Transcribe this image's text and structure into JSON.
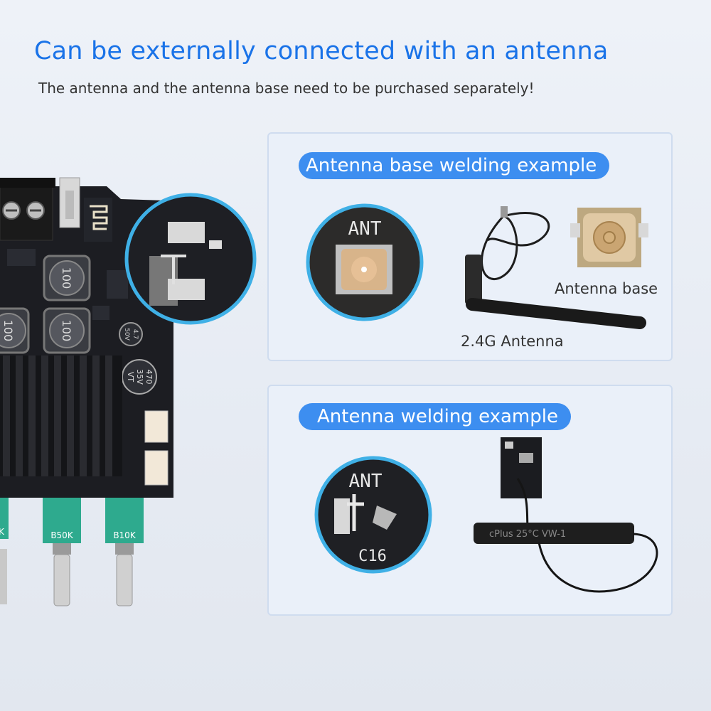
{
  "header": {
    "title": "Can be externally connected with an antenna",
    "subtitle": "The antenna and the antenna base need to be purchased separately!"
  },
  "board": {
    "inductor_label_1": "100",
    "inductor_label_2": "100",
    "inductor_label_3": "100",
    "capacitor_small_l1": "4.7",
    "capacitor_small_l2": "50V",
    "capacitor_large_l1": "470",
    "capacitor_large_l2": "35V",
    "capacitor_large_l3": "VT",
    "pot_label_1": "B50K",
    "pot_label_2": "B10K",
    "pot_label_0": "K"
  },
  "panel_base": {
    "title": "Antenna base welding example",
    "zoom_label": "ANT",
    "antenna_caption": "2.4G Antenna",
    "base_caption": "Antenna base"
  },
  "panel_weld": {
    "title": "Antenna welding example",
    "zoom_label_top": "ANT",
    "zoom_label_bottom": "C16",
    "cable_text": "cPlus   25°C   VW-1"
  },
  "colors": {
    "accent": "#1a73e8",
    "pill": "#3d8ef0",
    "zoom_ring": "#3fb0e6",
    "pcb": "#1c1d22"
  }
}
